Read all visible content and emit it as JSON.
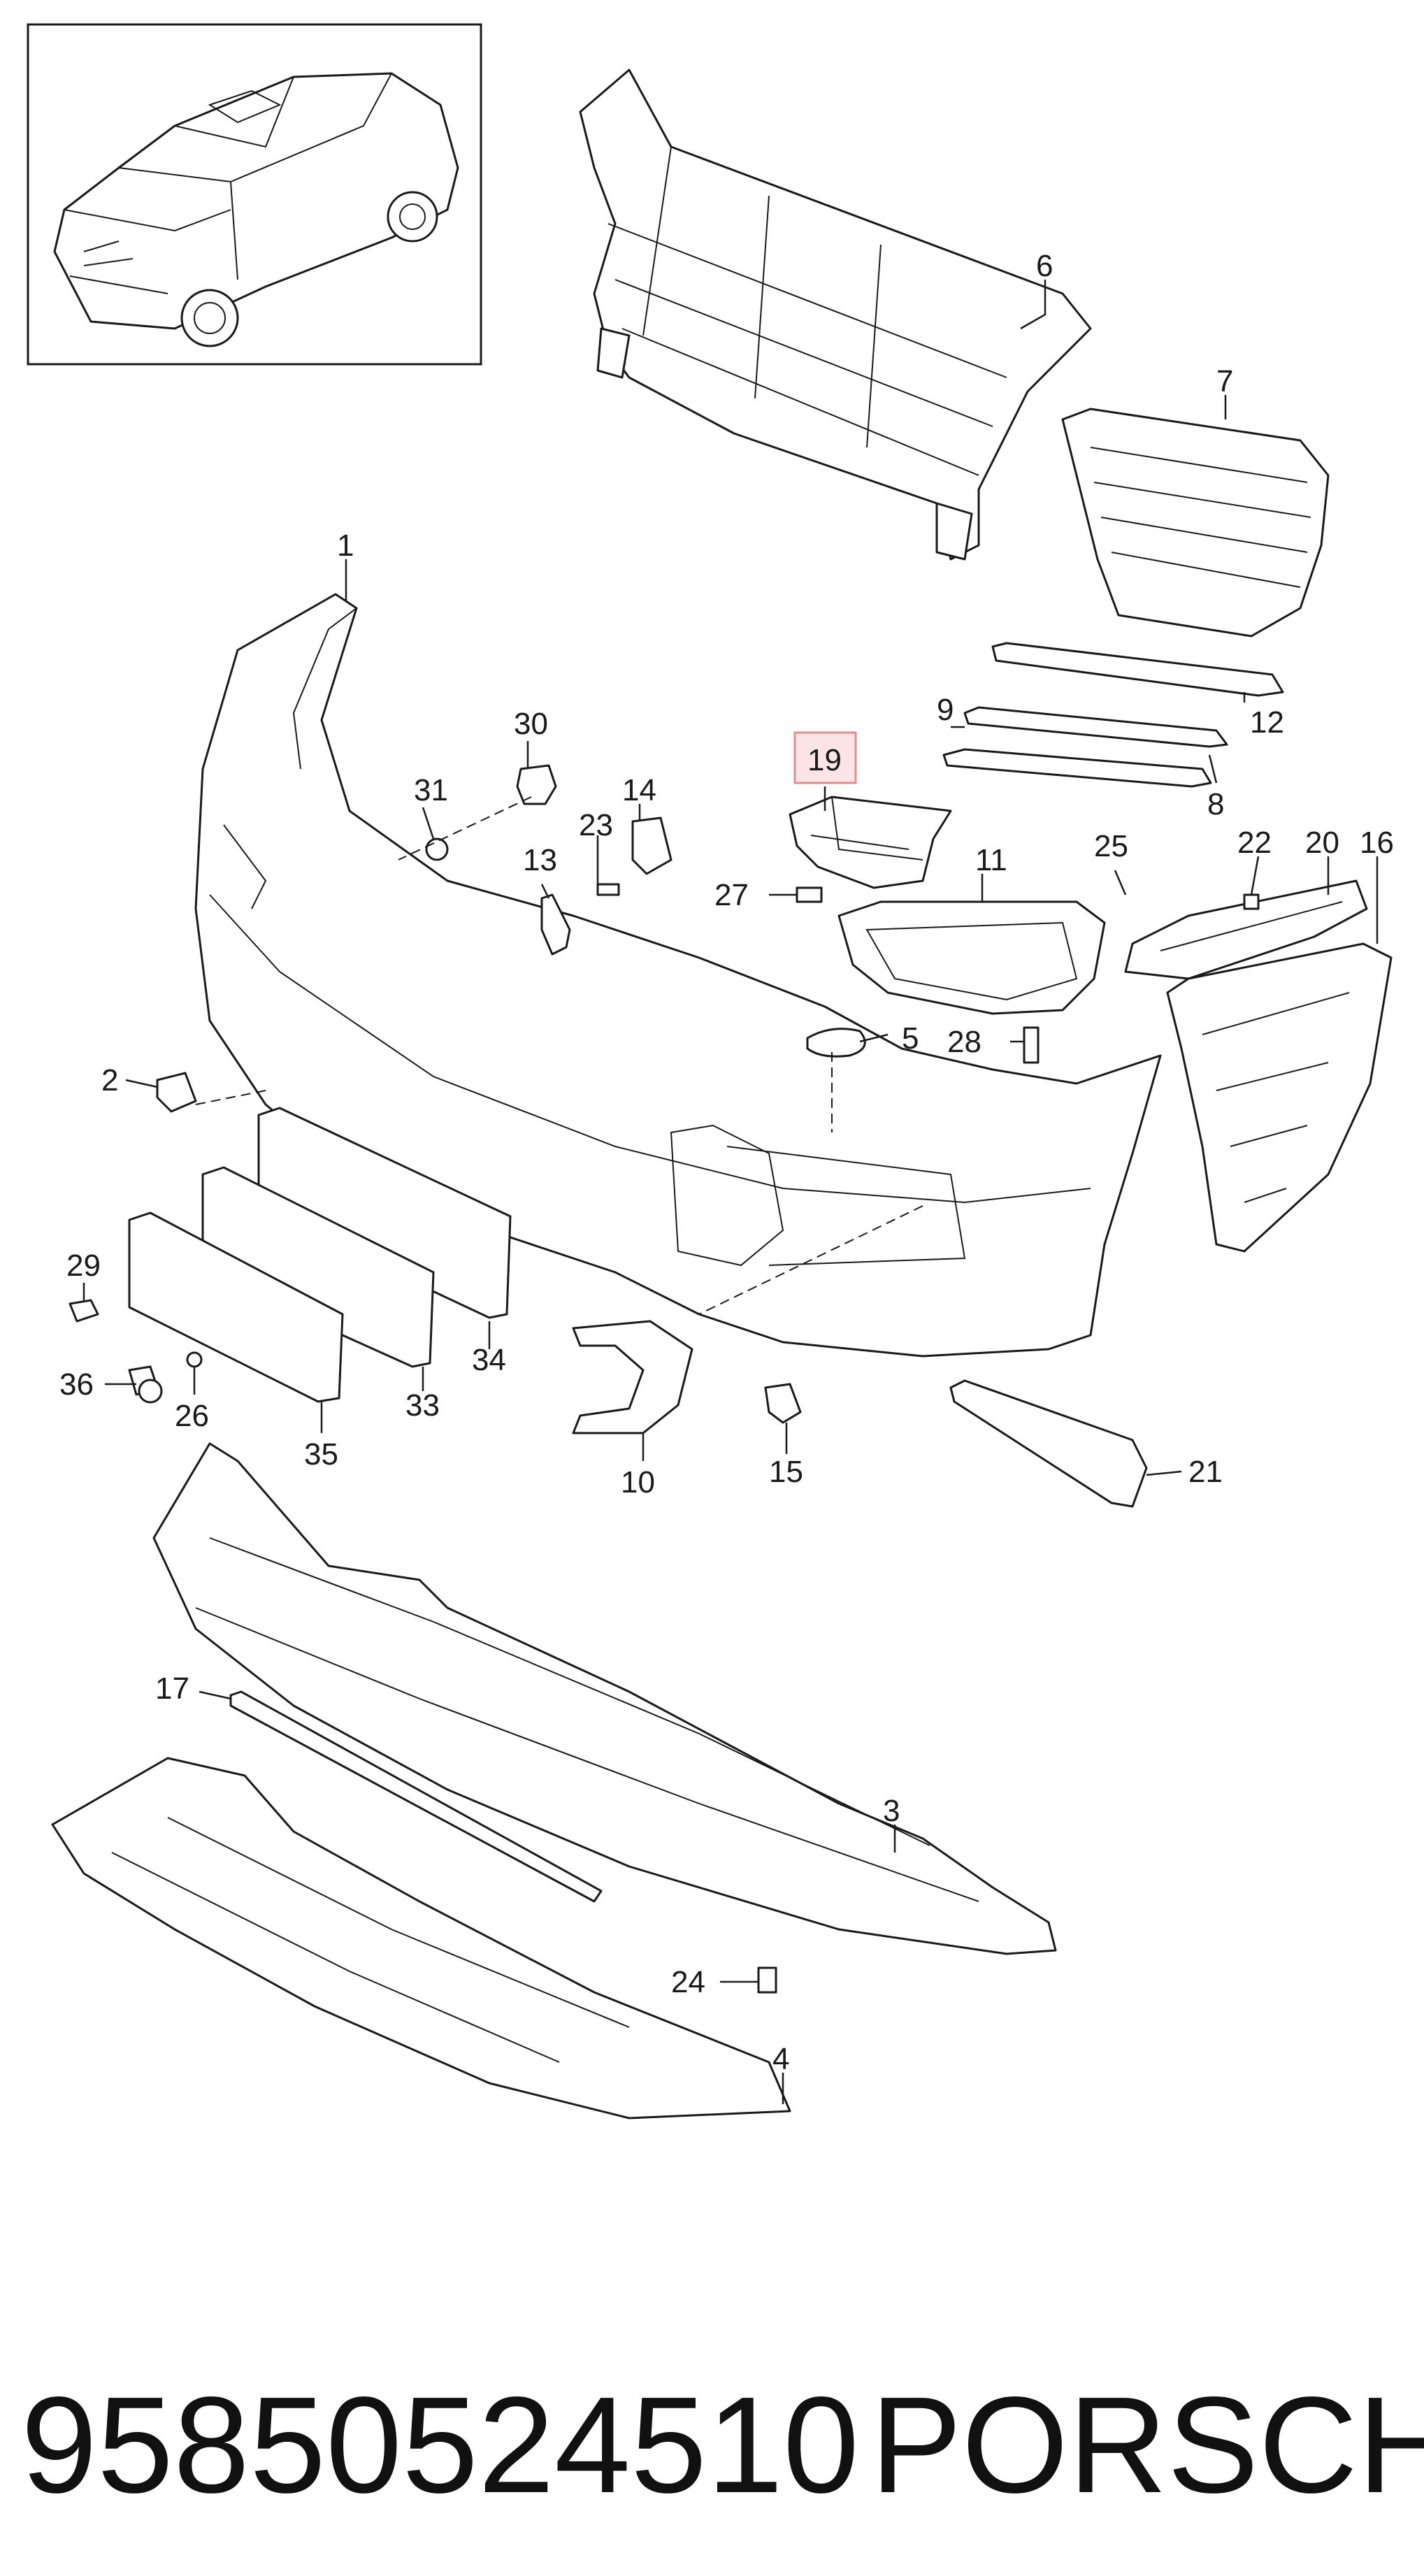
{
  "diagram": {
    "callouts": {
      "c1": "1",
      "c2": "2",
      "c3": "3",
      "c4": "4",
      "c5": "5",
      "c6": "6",
      "c7": "7",
      "c8": "8",
      "c9": "9",
      "c10": "10",
      "c11": "11",
      "c12": "12",
      "c13": "13",
      "c14": "14",
      "c15": "15",
      "c16": "16",
      "c17": "17",
      "c19": "19",
      "c20": "20",
      "c21": "21",
      "c22": "22",
      "c23": "23",
      "c24": "24",
      "c25": "25",
      "c26": "26",
      "c27": "27",
      "c28": "28",
      "c29": "29",
      "c30": "30",
      "c31": "31",
      "c33": "33",
      "c34": "34",
      "c35": "35",
      "c36": "36"
    },
    "highlighted_callout": "19",
    "highlight_color": "#fbe4e6",
    "highlight_border_color": "#e58a94",
    "line_color": "#1a1a1a"
  },
  "footer": {
    "part_number": "95850524510",
    "brand": "PORSCHE"
  }
}
